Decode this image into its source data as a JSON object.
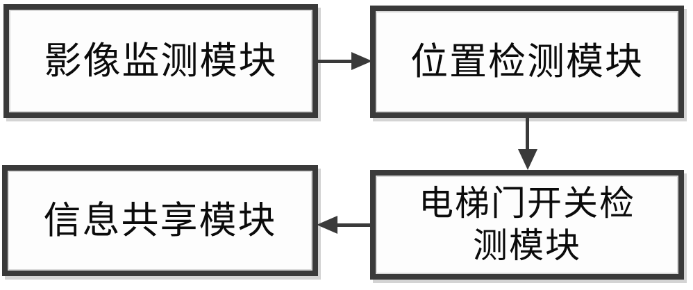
{
  "diagram": {
    "type": "block-flow-diagram",
    "background_color": "#ffffff",
    "box_border_color": "#3a3a3a",
    "box_fill_color": "#fdfdfd",
    "connector_color": "#3a3a3a",
    "nodes": [
      {
        "id": "image-monitor",
        "label": "影像监测模块",
        "position": "top-left"
      },
      {
        "id": "position-detect",
        "label": "位置检测模块",
        "position": "top-right"
      },
      {
        "id": "door-switch",
        "label": "电梯门开关检\n测模块",
        "position": "bottom-right"
      },
      {
        "id": "info-share",
        "label": "信息共享模块",
        "position": "bottom-left"
      }
    ],
    "edges": [
      {
        "id": "image-to-position",
        "from": "image-monitor",
        "to": "position-detect",
        "direction": "right"
      },
      {
        "id": "position-to-door",
        "from": "position-detect",
        "to": "door-switch",
        "direction": "down"
      },
      {
        "id": "door-to-info",
        "from": "door-switch",
        "to": "info-share",
        "direction": "left"
      }
    ]
  }
}
